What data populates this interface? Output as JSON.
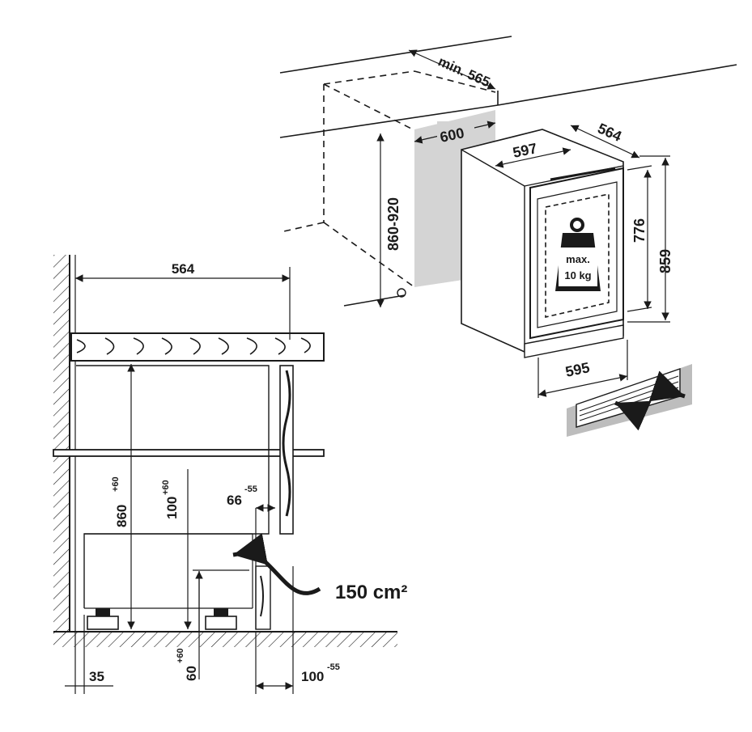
{
  "top_view": {
    "niche_depth": "min. 565",
    "niche_width": "600",
    "niche_height": "860-920",
    "appliance_width": "597",
    "appliance_depth": "564",
    "door_height": "776",
    "overall_height": "859",
    "plinth_width": "595",
    "load_label": {
      "line1": "max.",
      "line2": "10 kg"
    }
  },
  "side_view": {
    "top_depth": "564",
    "height_base": "860",
    "height_tol": "+60",
    "inner_base": "100",
    "inner_tol": "+60",
    "gap_base": "66",
    "gap_tol": "-55",
    "vent_area": "150 cm²",
    "foot_height_base": "60",
    "foot_height_tol": "+60",
    "wall_offset": "35",
    "front_offset_base": "100",
    "front_offset_tol": "-55"
  },
  "colors": {
    "ink": "#1a1a1a",
    "shade": "#d4d4d4",
    "grille": "#bdbdbd"
  }
}
